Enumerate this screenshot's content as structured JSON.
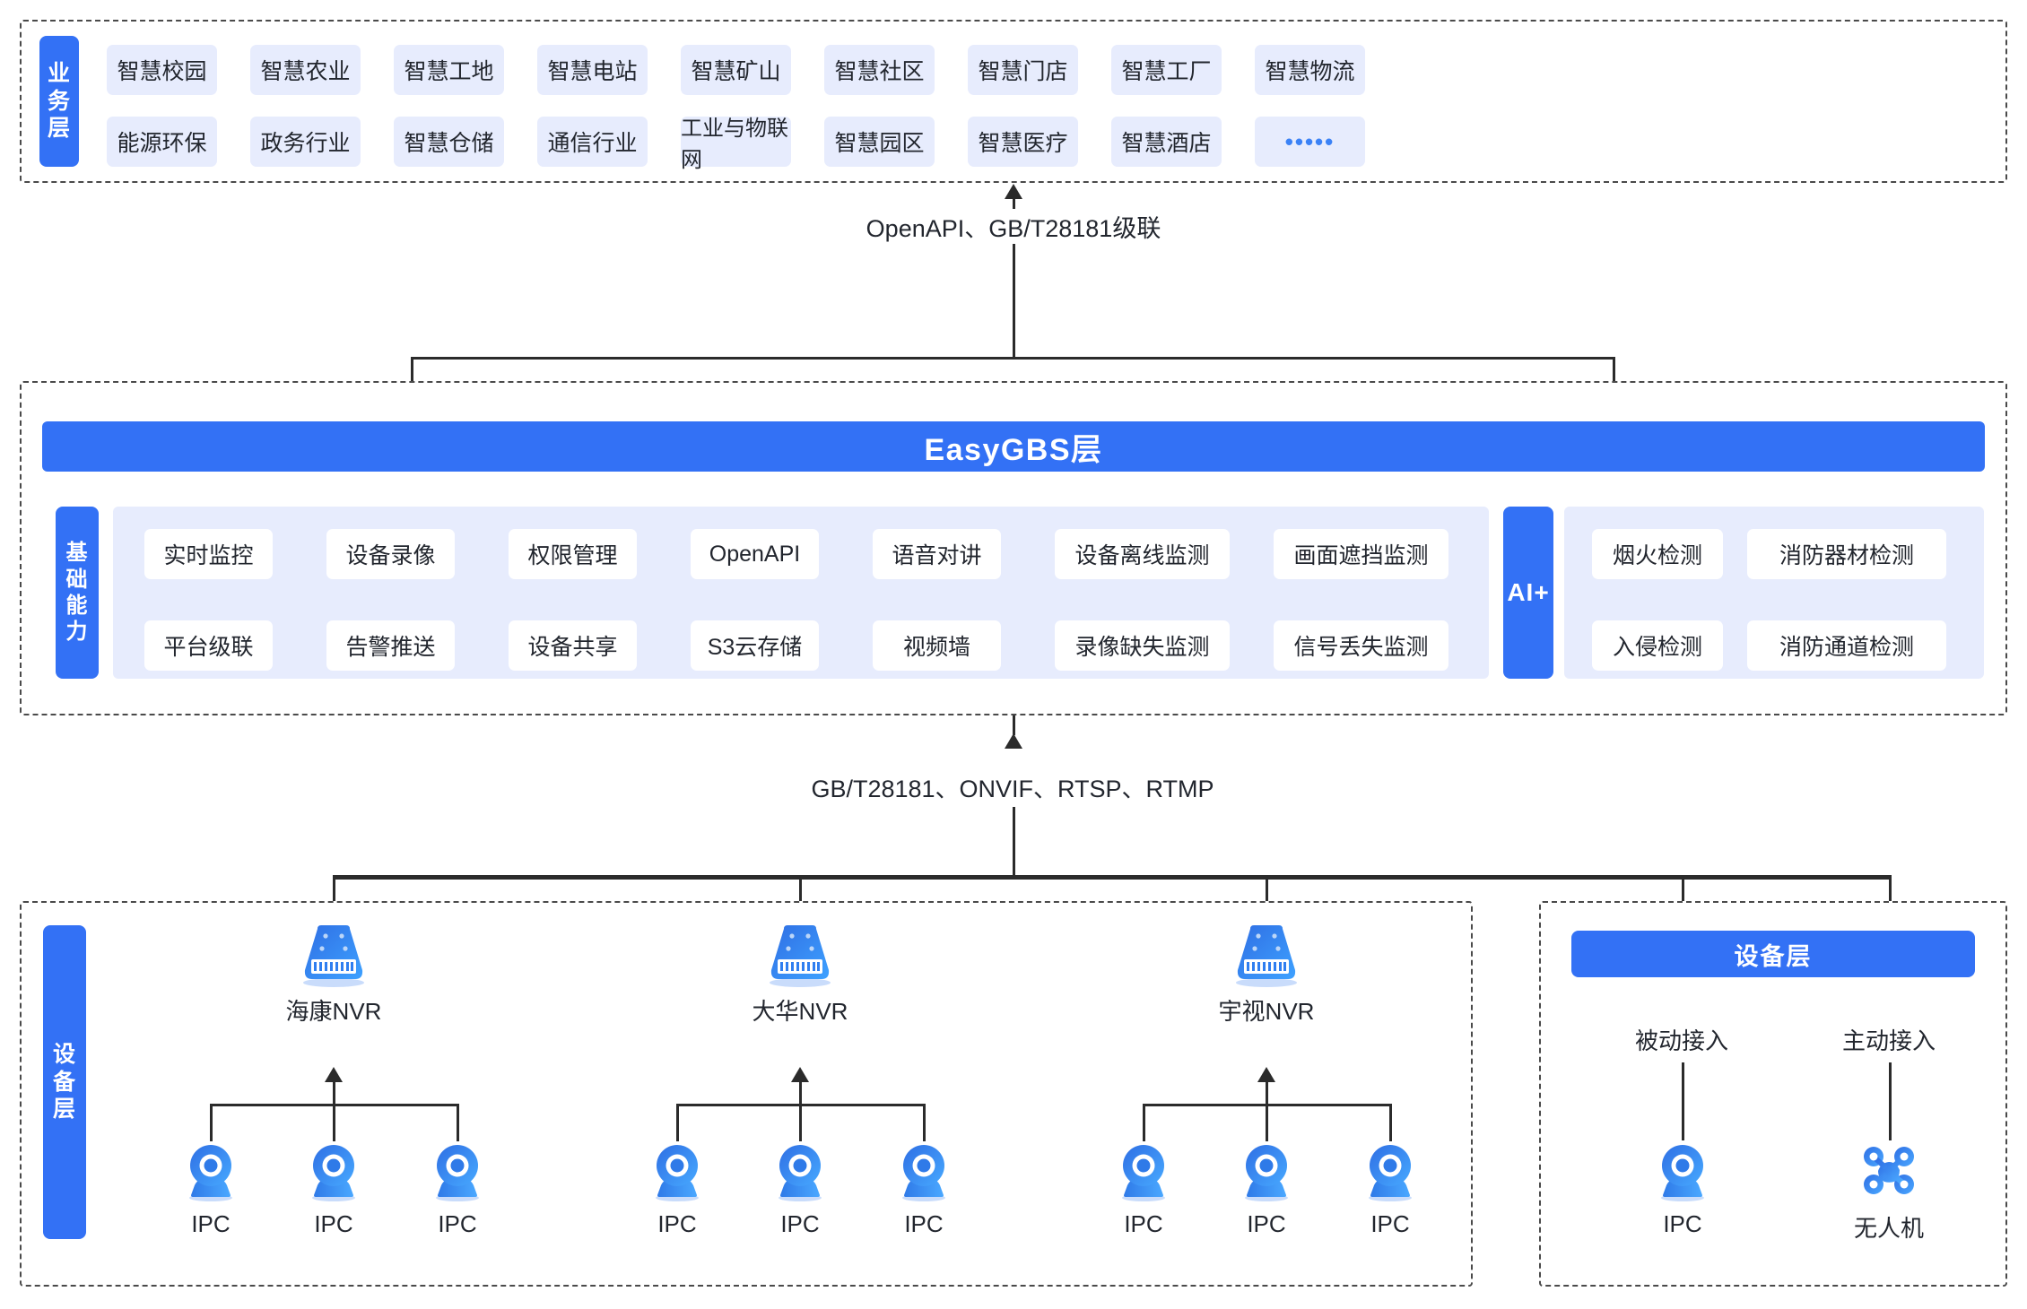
{
  "business_layer": {
    "side_label": "业务层",
    "row1": [
      "智慧校园",
      "智慧农业",
      "智慧工地",
      "智慧电站",
      "智慧矿山",
      "智慧社区",
      "智慧门店",
      "智慧工厂",
      "智慧物流"
    ],
    "row2": [
      "能源环保",
      "政务行业",
      "智慧仓储",
      "通信行业",
      "工业与物联网",
      "智慧园区",
      "智慧医疗",
      "智慧酒店",
      "•••••"
    ]
  },
  "connector_top": {
    "label": "OpenAPI、GB/T28181级联"
  },
  "platform_layer": {
    "title": "EasyGBS层",
    "side_label": "基础能力",
    "capabilities_row1": [
      "实时监控",
      "设备录像",
      "权限管理",
      "OpenAPI",
      "语音对讲",
      "设备离线监测",
      "画面遮挡监测"
    ],
    "capabilities_row2": [
      "平台级联",
      "告警推送",
      "设备共享",
      "S3云存储",
      "视频墙",
      "录像缺失监测",
      "信号丢失监测"
    ],
    "ai": {
      "label": "AI+",
      "items_row1": [
        "烟火检测",
        "消防器材检测"
      ],
      "items_row2": [
        "入侵检测",
        "消防通道检测"
      ]
    }
  },
  "connector_bottom": {
    "label": "GB/T28181、ONVIF、RTSP、RTMP"
  },
  "device_layer_left": {
    "side_label": "设备层",
    "nvrs": [
      {
        "name": "海康NVR",
        "cameras": [
          "IPC",
          "IPC",
          "IPC"
        ]
      },
      {
        "name": "大华NVR",
        "cameras": [
          "IPC",
          "IPC",
          "IPC"
        ]
      },
      {
        "name": "宇视NVR",
        "cameras": [
          "IPC",
          "IPC",
          "IPC"
        ]
      }
    ]
  },
  "device_layer_right": {
    "title": "设备层",
    "branches": [
      {
        "access_label": "被动接入",
        "device_label": "IPC",
        "icon": "camera-icon"
      },
      {
        "access_label": "主动接入",
        "device_label": "无人机",
        "icon": "drone-icon"
      }
    ]
  },
  "colors": {
    "brand_blue": "#3371f5",
    "chip_bg": "#e7ecfd",
    "line": "#2b2b2b",
    "text": "#22262e"
  }
}
